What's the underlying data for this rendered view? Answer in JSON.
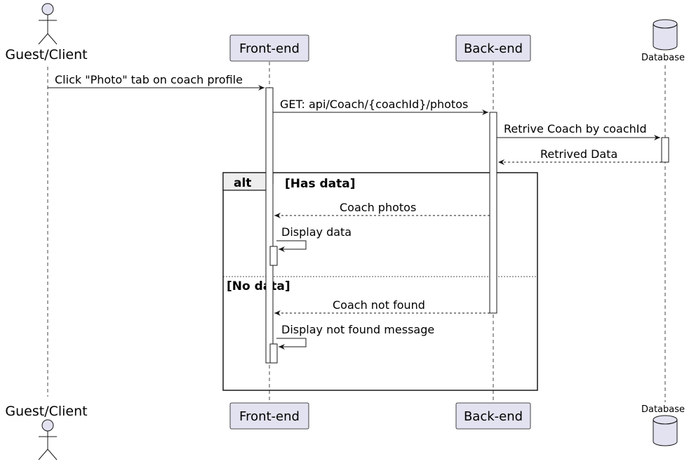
{
  "participants": {
    "guest": "Guest/Client",
    "frontend": "Front-end",
    "backend": "Back-end",
    "database": "Database"
  },
  "messages": [
    {
      "from": "guest",
      "to": "frontend",
      "label": "Click \"Photo\" tab on coach profile",
      "style": "solid"
    },
    {
      "from": "frontend",
      "to": "backend",
      "label": "GET: api/Coach/{coachId}/photos",
      "style": "solid"
    },
    {
      "from": "backend",
      "to": "database",
      "label": "Retrive Coach by coachId",
      "style": "solid"
    },
    {
      "from": "database",
      "to": "backend",
      "label": "Retrived Data",
      "style": "dashed"
    },
    {
      "from": "backend",
      "to": "frontend",
      "label": "Coach photos",
      "style": "dashed"
    },
    {
      "from": "frontend",
      "to": "frontend",
      "label": "Display data",
      "style": "self"
    },
    {
      "from": "backend",
      "to": "frontend",
      "label": "Coach not found",
      "style": "dashed"
    },
    {
      "from": "frontend",
      "to": "frontend",
      "label": "Display not found message",
      "style": "self"
    }
  ],
  "fragment": {
    "keyword": "alt",
    "guard_1": "[Has data]",
    "guard_2": "[No data]"
  },
  "colors": {
    "participant_fill": "#e2e2f0",
    "participant_border": "#181818",
    "fragment_header": "#eeeeee",
    "lifeline": "#181818"
  }
}
